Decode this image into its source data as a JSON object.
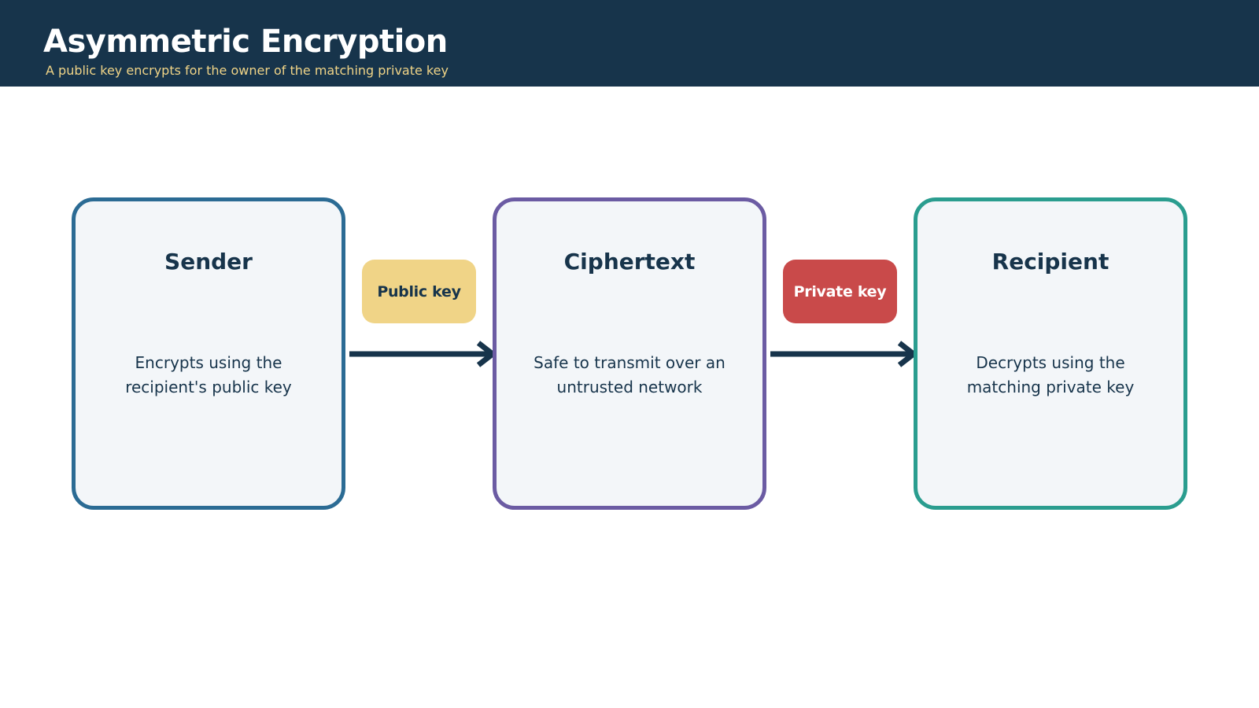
{
  "header": {
    "title": "Asymmetric Encryption",
    "subtitle": "A public key encrypts for the owner of the matching private key"
  },
  "nodes": [
    {
      "title": "Sender",
      "desc_lines": [
        "Encrypts using the",
        "recipient's public key"
      ],
      "color": "#2b6b94"
    },
    {
      "title": "Ciphertext",
      "desc_lines": [
        "Safe to transmit over an",
        "untrusted network"
      ],
      "color": "#6b5ba3"
    },
    {
      "title": "Recipient",
      "desc_lines": [
        "Decrypts using the",
        "matching private key"
      ],
      "color": "#2a9d8f"
    }
  ],
  "keys": [
    {
      "label": "Public key",
      "color": "#f0d487"
    },
    {
      "label": "Private key",
      "color": "#c94a4a"
    }
  ],
  "colors": {
    "header_bg": "#17344b",
    "subtitle": "#f0d487",
    "node_fill": "#f3f6f9",
    "arrow": "#17344b"
  }
}
